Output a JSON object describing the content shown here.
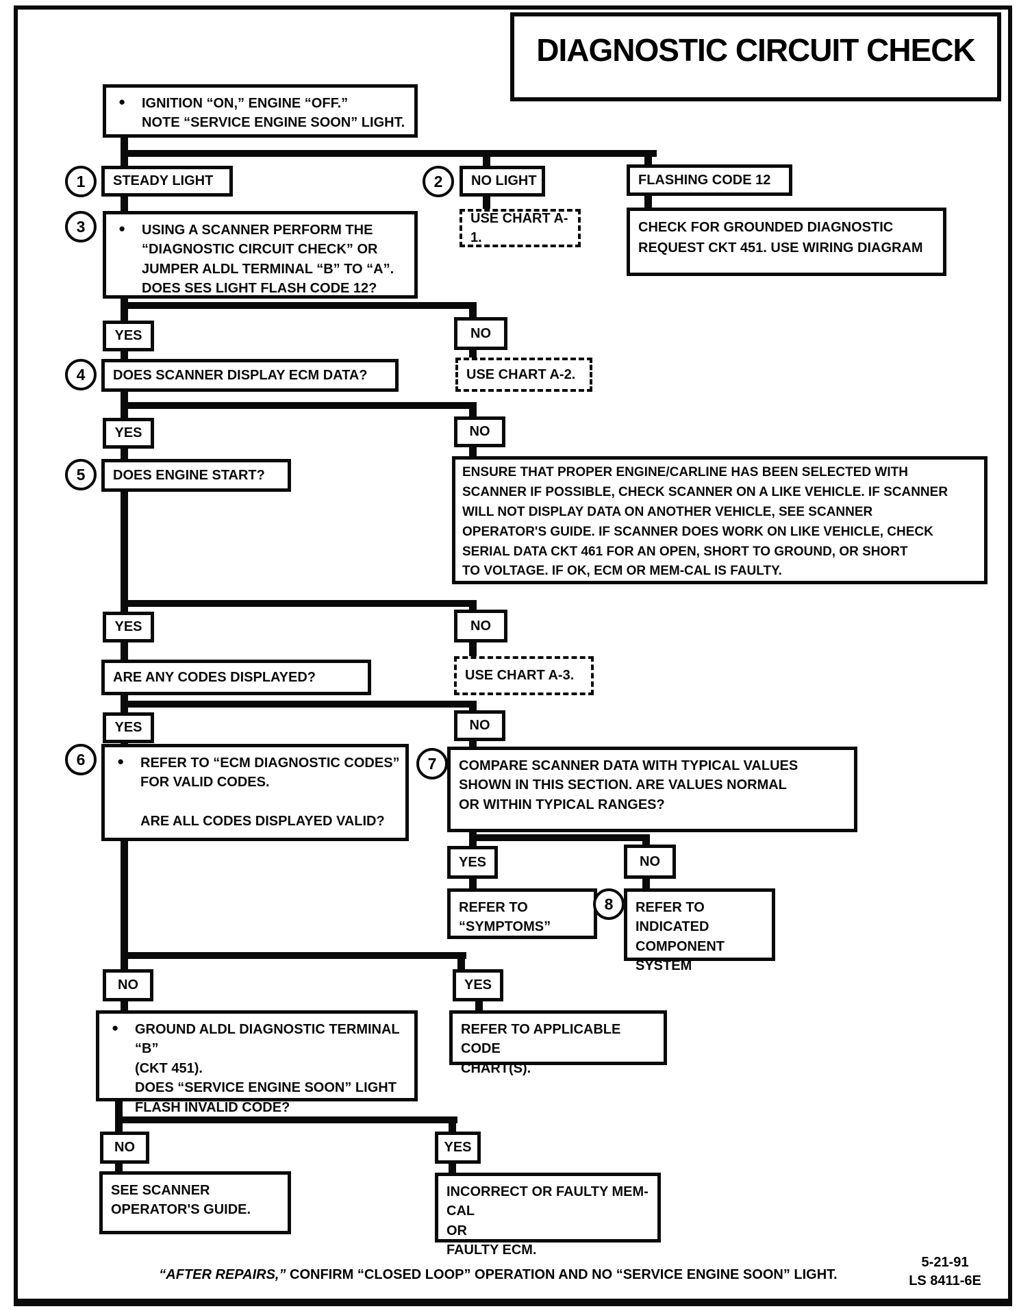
{
  "title": "DIAGNOSTIC CIRCUIT CHECK",
  "labels": {
    "yes": "YES",
    "no": "NO",
    "bullet": "●"
  },
  "circles": {
    "c1": "1",
    "c2": "2",
    "c3": "3",
    "c4": "4",
    "c5": "5",
    "c6": "6",
    "c7": "7",
    "c8": "8"
  },
  "nodes": {
    "start": "IGNITION “ON,” ENGINE “OFF.”\nNOTE “SERVICE ENGINE SOON” LIGHT.",
    "steady_light": "STEADY LIGHT",
    "no_light": "NO LIGHT",
    "flashing_code_12": "FLASHING CODE 12",
    "use_chart_a1": "USE CHART A-1.",
    "check_grounded": "CHECK FOR GROUNDED DIAGNOSTIC\nREQUEST CKT 451.  USE WIRING DIAGRAM",
    "scanner_check": "USING A SCANNER  PERFORM THE\n“DIAGNOSTIC CIRCUIT CHECK” OR\nJUMPER  ALDL TERMINAL “B” TO “A”.\nDOES SES LIGHT FLASH CODE 12?",
    "display_ecm_data": "DOES  SCANNER   DISPLAY ECM DATA?",
    "use_chart_a2": "USE CHART A-2.",
    "engine_start": "DOES ENGINE START?",
    "ensure_proper": "ENSURE THAT PROPER ENGINE/CARLINE HAS BEEN SELECTED WITH\nSCANNER IF POSSIBLE, CHECK  SCANNER  ON A LIKE VEHICLE.  IF SCANNER\nWILL NOT DISPLAY DATA ON ANOTHER VEHICLE, SEE   SCANNER\nOPERATOR'S GUIDE.  IF SCANNER DOES WORK ON LIKE VEHICLE, CHECK\nSERIAL DATA CKT 461 FOR AN OPEN, SHORT TO GROUND, OR SHORT\nTO VOLTAGE.  IF OK, ECM OR MEM-CAL IS FAULTY.",
    "any_codes": "ARE ANY CODES DISPLAYED?",
    "use_chart_a3": "USE CHART A-3.",
    "valid_codes": "REFER TO “ECM DIAGNOSTIC CODES”\nFOR VALID  CODES.\n\nARE ALL CODES DISPLAYED VALID?",
    "compare_data": "COMPARE  SCANNER   DATA WITH TYPICAL VALUES\nSHOWN IN THIS SECTION.  ARE VALUES NORMAL\nOR WITHIN TYPICAL RANGES?",
    "refer_symptoms": "REFER TO “SYMPTOMS”",
    "refer_indicated": "REFER TO INDICATED\nCOMPONENT SYSTEM",
    "ground_aldl": "GROUND ALDL DIAGNOSTIC TERMINAL “B”\n(CKT 451).\nDOES “SERVICE ENGINE SOON” LIGHT\nFLASH INVALID CODE?",
    "applicable_charts": "REFER TO APPLICABLE CODE\nCHART(S).",
    "see_guide": "SEE  SCANNER\nOPERATOR'S GUIDE.",
    "faulty_memcal": "INCORRECT OR FAULTY MEM-CAL\nOR\nFAULTY ECM."
  },
  "footer": {
    "after_repairs": "“AFTER REPAIRS,”",
    "note": " CONFIRM “CLOSED LOOP” OPERATION AND NO “SERVICE ENGINE SOON” LIGHT.",
    "date": "5-21-91",
    "doc_id": "LS 8411-6E"
  }
}
